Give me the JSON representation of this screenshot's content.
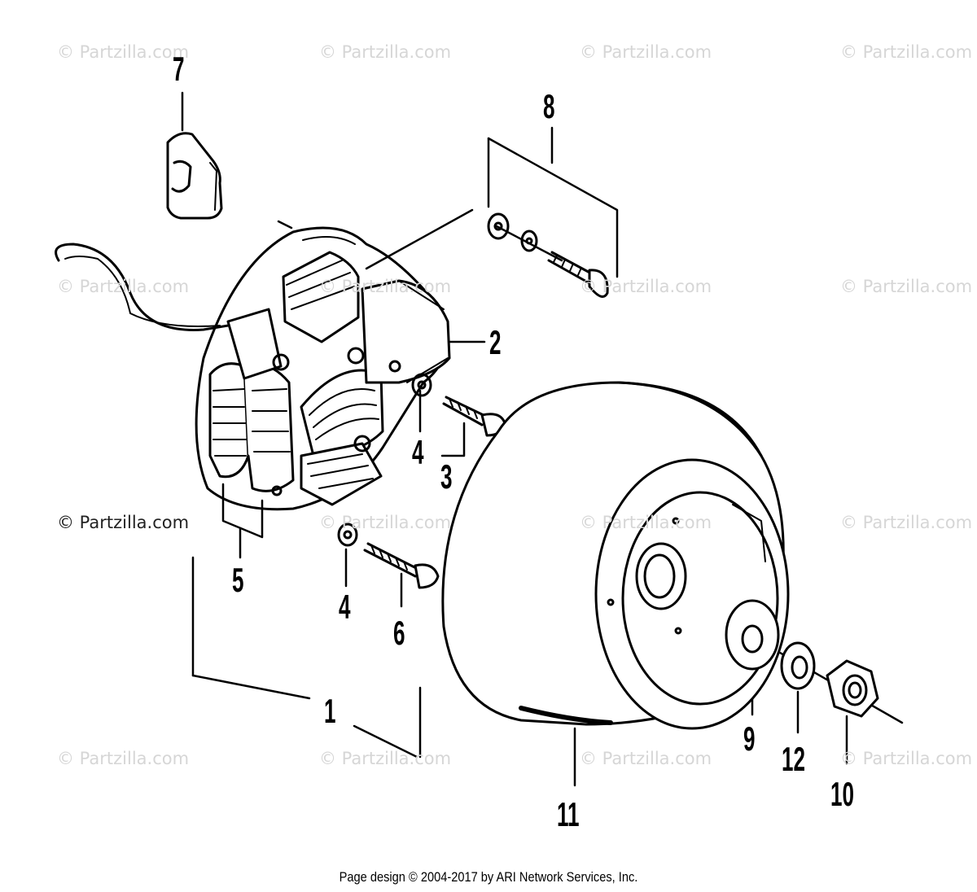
{
  "watermark": "© Partzilla.com",
  "callouts": {
    "c1": "1",
    "c2": "2",
    "c3": "3",
    "c4a": "4",
    "c4b": "4",
    "c5": "5",
    "c6": "6",
    "c7": "7",
    "c8": "8",
    "c9": "9",
    "c10": "10",
    "c11": "11",
    "c12": "12"
  },
  "footer": "Page design © 2004-2017 by ARI Network Services, Inc."
}
